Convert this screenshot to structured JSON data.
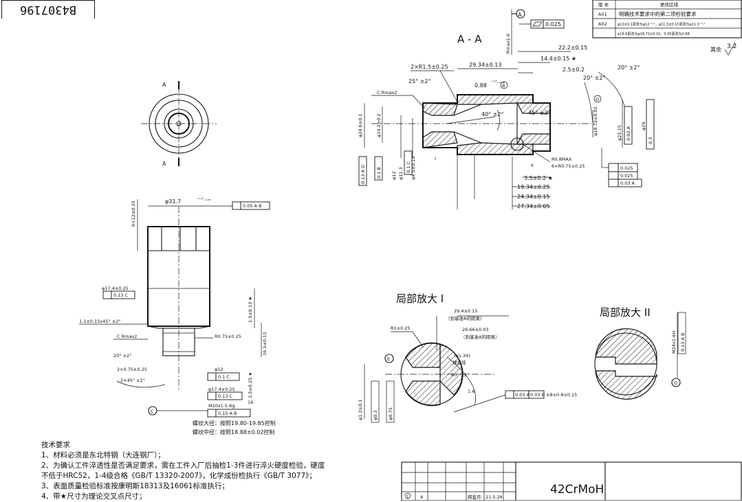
{
  "drawing_number": "B4307196",
  "section_title": "A - A",
  "section_markers": [
    "A",
    "A"
  ],
  "detail_views": {
    "detail_1": "局部放大 I",
    "detail_2": "局部放大 II",
    "marker_1": "I",
    "marker_2": "II"
  },
  "datums": {
    "a": "A",
    "b": "B",
    "c": "C",
    "d": "D",
    "e": "E"
  },
  "revision_table": {
    "headers": [
      "版 本",
      "更改区域"
    ],
    "rows": [
      {
        "version": "A01",
        "change": "明确技术要求中的第二项检验要求"
      },
      {
        "version": "A02",
        "change": "φ12±0.1更改为φ12⁻⁰·¹，φ11.3±0.15更改为φ11.3⁻⁰·¹"
      },
      {
        "version": "",
        "change": "φ18.6更改为φ18.72±0.02，0.95更改为0.88"
      }
    ]
  },
  "surface_rest": "其余",
  "surface_rest_value": "3.2",
  "material": "42CrMoH",
  "title_block": {
    "sheet": "4",
    "name": "韩金月",
    "date": "21.5.28",
    "marker": "1"
  },
  "main_view": {
    "top_dims": [
      "22.2±0.15",
      "14.4±0.15 ★",
      "29.34±0.13",
      "2.5±0.2",
      "2×R1.5±0.25",
      "0.88",
      "⁻⁰·⁰⁴₋₀.₀₈",
      "20° ±2°",
      "25° ±2°",
      "20° ±2°"
    ],
    "cutter_note": "C Rmax2",
    "flatness_tol": "0.025",
    "left_dims": [
      "φ24.6±0.1",
      "φ19.2±0.2",
      "φ12",
      "φ11.3",
      "φ4.5±0.15"
    ],
    "left_tol": [
      "0.13 A D",
      "0.1 B",
      "0.1 C"
    ],
    "center_dims": [
      "40° ±2°",
      "45° ±2°"
    ],
    "right_dims": [
      "φ18.72±0.02",
      "φ25.15",
      "φ29"
    ],
    "right_tol": [
      "0.3",
      "0.02 A"
    ],
    "bottom_dims": [
      "R0.8MAX",
      "6×R0.75±0.25",
      "3.5±0.2 ★",
      "19.34±0.25",
      "24.34±0.15",
      "27.34±0.05"
    ],
    "frame_tol": [
      "0.025",
      "0.025",
      "0.03 A"
    ]
  },
  "side_view": {
    "dims": [
      "φ31.7",
      "⁻⁰·⁰²₋₀.₀₈",
      "6×12±0.25",
      "0.05 A B",
      "φ17.4±0.25",
      "0.13 C",
      "1.1±0.15x45° ±2°",
      "C Rmax2",
      "20° ±2°",
      "2×0.75±0.25",
      "2×45° ±2°",
      "R0.75±0.25",
      "1.5±0.13 ★",
      "16.5±0.13",
      "3.5±0.25 ★",
      "φ12",
      "0.1 C",
      "φ17.4±0.25",
      "0.13 C",
      "M20x1.5-6g",
      "0.15 A B",
      "16"
    ],
    "thread_notes": [
      "螺纹大径：按照19.80-19.85控制",
      "螺纹中径：按照18.88±0.02控制"
    ]
  },
  "detail_1_dims": [
    "29.4±0.15",
    "（到基准A的距离）",
    "26.66±0.03",
    "（到基准A的距离）",
    "R1±0.25",
    "(φ1.34)",
    "球直径",
    "60° ±2°",
    "1.6",
    "0.03 A",
    "0.03 B",
    "±8±0.8±0.15",
    "φ1.3±0.1",
    "φ0.3",
    "φ0.75"
  ],
  "detail_2_dims": [
    "M24x1-6H",
    "0.13 A B"
  ],
  "tech_requirements": {
    "title": "技术要求",
    "items": [
      "1、材料必须是东北特钢（大连钢厂）；",
      "2、为确认工件淬透性是否满足要求，需在工件入厂后抽检1-3件进行淬火硬度检验，硬度",
      "不低于HRC52，1-4级合格《GB/T 13320-2007》，化学成份检执行《GB/T 3077》；",
      "3、表面质量检验标准按康明斯18313及16061标准执行；",
      "4、带★尺寸为理论交叉点尺寸；"
    ]
  },
  "colors": {
    "line": "#111111",
    "paper": "#ffffff"
  }
}
